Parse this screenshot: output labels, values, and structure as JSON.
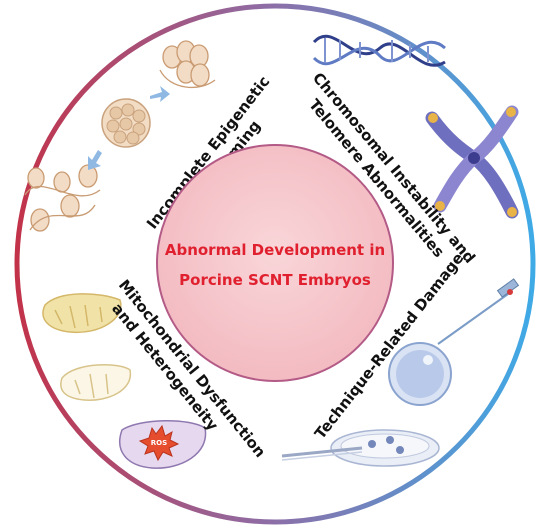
{
  "center": {
    "line1": "Abnormal Development in",
    "line2": "Porcine SCNT Embryos"
  },
  "quadrants": {
    "top_left": {
      "line1": "Incomplete Epigenetic",
      "line2": "Reprogramming",
      "icons": [
        "nucleosome-icon",
        "chromatin-icon"
      ]
    },
    "top_right": {
      "line1": "Chromosomal Instability and",
      "line2": "Telomere Abnormalities",
      "icons": [
        "dna-helix-icon",
        "chromosome-icon"
      ]
    },
    "bottom_left": {
      "line1": "Mitochondrial Dysfunction",
      "line2": "and Heterogeneity",
      "icons": [
        "mitochondrion-icon"
      ],
      "badge": "ROS"
    },
    "bottom_right": {
      "line1": "Technique-Related Damage",
      "icons": [
        "micropipette-icon",
        "oocyte-icon",
        "petri-dish-icon"
      ]
    }
  },
  "colors": {
    "ring_left": "#c2334a",
    "ring_right": "#4aa6e0",
    "center_fill": "#f6c9cd",
    "center_text": "#e0202e",
    "divider": "#8c86b8"
  }
}
